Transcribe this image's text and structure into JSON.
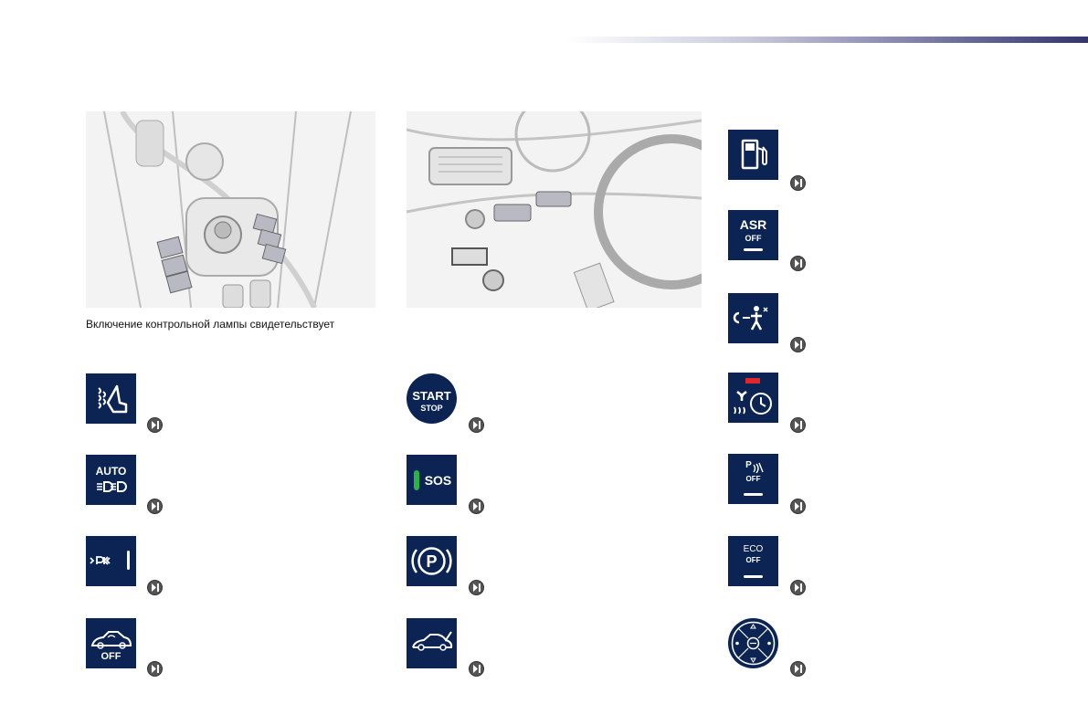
{
  "page": {
    "caption": "Включение контрольной лампы свидетельствует"
  },
  "colors": {
    "icon_bg": "#0b2454",
    "sos_led": "#2bb34a",
    "warning_red": "#e0262b",
    "nav_button": "#555555"
  },
  "icons": {
    "col1": [
      {
        "name": "heated-seat-icon"
      },
      {
        "name": "auto-headlamp-icon",
        "text1": "AUTO"
      },
      {
        "name": "lane-departure-icon"
      },
      {
        "name": "alarm-off-icon",
        "text1": "OFF"
      }
    ],
    "col2": [
      {
        "name": "start-stop-icon",
        "text1": "START",
        "text2": "STOP"
      },
      {
        "name": "sos-icon",
        "text1": "SOS"
      },
      {
        "name": "parking-brake-icon",
        "text1": "P"
      },
      {
        "name": "boot-open-icon"
      }
    ],
    "col3": [
      {
        "name": "fuel-pump-icon"
      },
      {
        "name": "asr-off-icon",
        "text1": "ASR",
        "text2": "OFF"
      },
      {
        "name": "seatbelt-airbag-icon"
      },
      {
        "name": "stop-start-timer-icon"
      },
      {
        "name": "park-sensors-off-icon",
        "text1": "P",
        "text2": "OFF"
      },
      {
        "name": "eco-off-icon",
        "text1": "ECO",
        "text2": "OFF"
      },
      {
        "name": "joystick-control-icon"
      }
    ]
  }
}
